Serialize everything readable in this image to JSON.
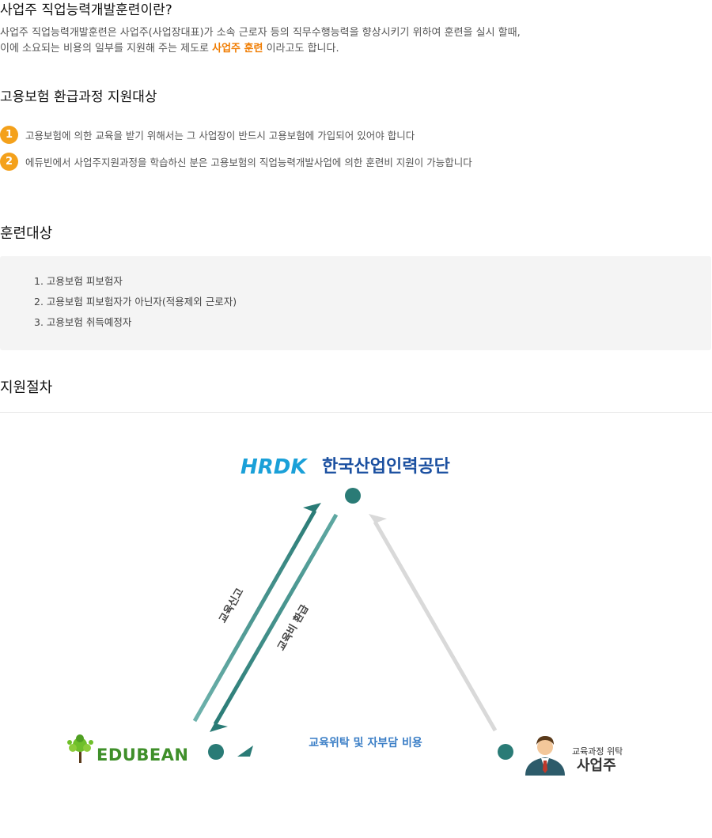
{
  "title": "사업주 직업능력개발훈련이란?",
  "intro": {
    "line1": "사업주 직업능력개발훈련은 사업주(사업장대표)가 소속 근로자 등의 직무수행능력을 향상시키기 위하여 훈련을 실시 할때,",
    "line2_pre": "이에 소요되는 비용의 일부를 지원해 주는 제도로 ",
    "line2_highlight": "사업주 훈련",
    "line2_post": " 이라고도 합니다."
  },
  "support": {
    "title": "고용보험 환급과정 지원대상",
    "items": [
      {
        "num": "1",
        "text": "고용보험에 의한 교육을 받기 위해서는 그 사업장이 반드시 고용보험에 가입되어 있어야 합니다"
      },
      {
        "num": "2",
        "text": "에듀빈에서 사업주지원과정을 학습하신 분은 고용보험의 직업능력개발사업에 의한 훈련비 지원이 가능합니다"
      }
    ]
  },
  "target": {
    "title": "훈련대상",
    "items": [
      "1. 고용보험 피보험자",
      "2. 고용보험 피보험자가 아닌자(적용제외 근로자)",
      "3. 고용보험 취득예정자"
    ]
  },
  "procedure": {
    "title": "지원절차",
    "hrdk_logo": "HRDK",
    "hrdk_name": "한국산업인력공단",
    "edubean_logo": "EDUBEAN",
    "employer_caption": "교육과정 위탁",
    "employer_name": "사업주",
    "arrow_apply": "교육신고",
    "arrow_refund": "교육비 환급",
    "arrow_bottom": "교육위탁 및 자부담 비용",
    "colors": {
      "teal": "#2a7b76",
      "teal_light": "#5fa8a2",
      "gray": "#d9d9d9",
      "hrdk_blue": "#1a4fa0",
      "hrdk_cyan": "#1aa0d8",
      "edubean_green": "#3f8f2a",
      "highlight": "#f07c00"
    }
  }
}
